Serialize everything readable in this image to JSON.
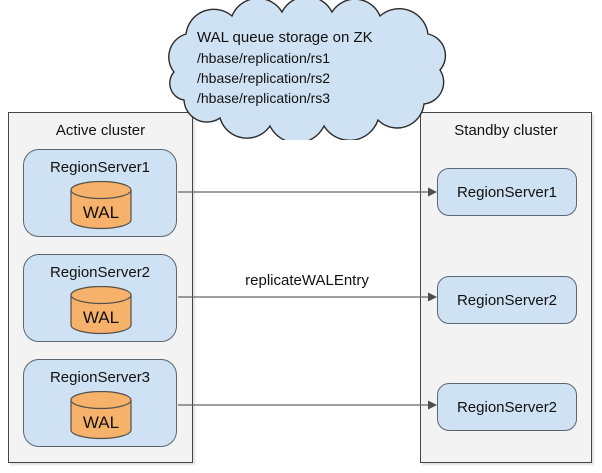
{
  "cloud": {
    "title": "WAL queue storage on ZK",
    "paths": [
      "/hbase/replication/rs1",
      "/hbase/replication/rs2",
      "/hbase/replication/rs3"
    ]
  },
  "active_cluster": {
    "title": "Active cluster",
    "servers": [
      {
        "label": "RegionServer1",
        "wal": "WAL"
      },
      {
        "label": "RegionServer2",
        "wal": "WAL"
      },
      {
        "label": "RegionServer3",
        "wal": "WAL"
      }
    ]
  },
  "standby_cluster": {
    "title": "Standby cluster",
    "servers": [
      {
        "label": "RegionServer1"
      },
      {
        "label": "RegionServer2"
      },
      {
        "label": "RegionServer2"
      }
    ]
  },
  "arrows": {
    "label": "replicateWALEntry"
  },
  "colors": {
    "cloud_fill": "#cfe2f3",
    "server_box_fill": "#cfe2f3",
    "cluster_panel_fill": "#f3f3f3",
    "wal_cylinder_fill": "#f6b26b",
    "arrow_line": "#666666",
    "arrow_head": "#4d4d4d",
    "border_dark": "#454545"
  }
}
